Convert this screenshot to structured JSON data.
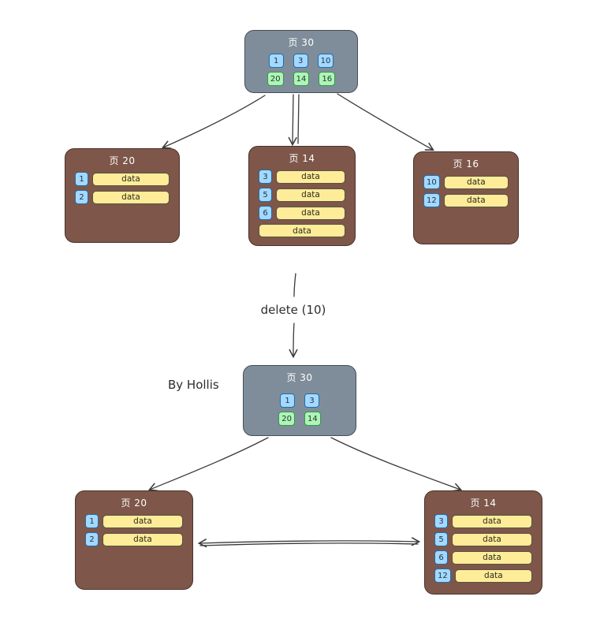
{
  "canvas": {
    "operation": "delete (10)",
    "credit": "By Hollis"
  },
  "before": {
    "root": {
      "title": "页 30",
      "keys": [
        "1",
        "3",
        "10"
      ],
      "pointers": [
        "20",
        "14",
        "16"
      ]
    },
    "leaves": [
      {
        "title": "页 20",
        "rows": [
          {
            "key": "1",
            "data": "data"
          },
          {
            "key": "2",
            "data": "data"
          }
        ]
      },
      {
        "title": "页 14",
        "rows": [
          {
            "key": "3",
            "data": "data"
          },
          {
            "key": "5",
            "data": "data"
          },
          {
            "key": "6",
            "data": "data"
          },
          {
            "data": "data"
          }
        ]
      },
      {
        "title": "页 16",
        "rows": [
          {
            "key": "10",
            "data": "data"
          },
          {
            "key": "12",
            "data": "data"
          }
        ]
      }
    ]
  },
  "after": {
    "root": {
      "title": "页 30",
      "keys": [
        "1",
        "3"
      ],
      "pointers": [
        "20",
        "14"
      ]
    },
    "leaves": [
      {
        "title": "页 20",
        "rows": [
          {
            "key": "1",
            "data": "data"
          },
          {
            "key": "2",
            "data": "data"
          }
        ]
      },
      {
        "title": "页 14",
        "rows": [
          {
            "key": "3",
            "data": "data"
          },
          {
            "key": "5",
            "data": "data"
          },
          {
            "key": "6",
            "data": "data"
          },
          {
            "key": "12",
            "data": "data"
          }
        ]
      }
    ]
  },
  "colors": {
    "root_fill": "#7f8d9a",
    "leaf_fill": "#7e564a",
    "key_fill": "#a5d8ff",
    "key_stroke": "#1d6fad",
    "pointer_fill": "#b2f2bb",
    "pointer_stroke": "#2f9e44",
    "data_fill": "#ffec99",
    "arrow": "#3a3a3a"
  }
}
